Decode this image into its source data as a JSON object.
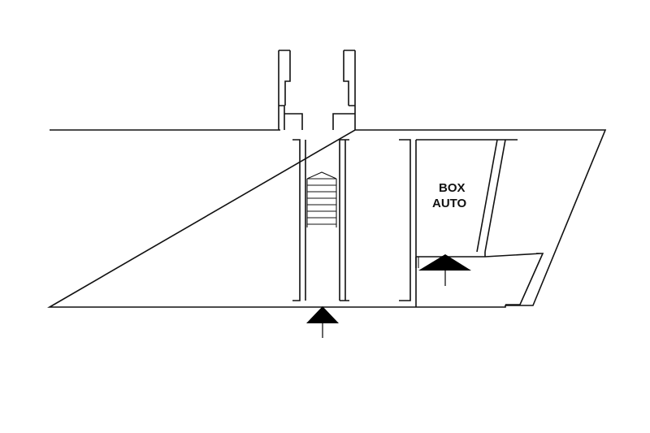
{
  "plan": {
    "room_label_line1": "BOX",
    "room_label_line2": "AUTO"
  },
  "icons": {
    "entrance_arrow_main": "entrance-arrow-up",
    "entrance_arrow_garage": "entrance-arrow-up"
  },
  "colors": {
    "line": "#111111",
    "background": "#ffffff"
  }
}
